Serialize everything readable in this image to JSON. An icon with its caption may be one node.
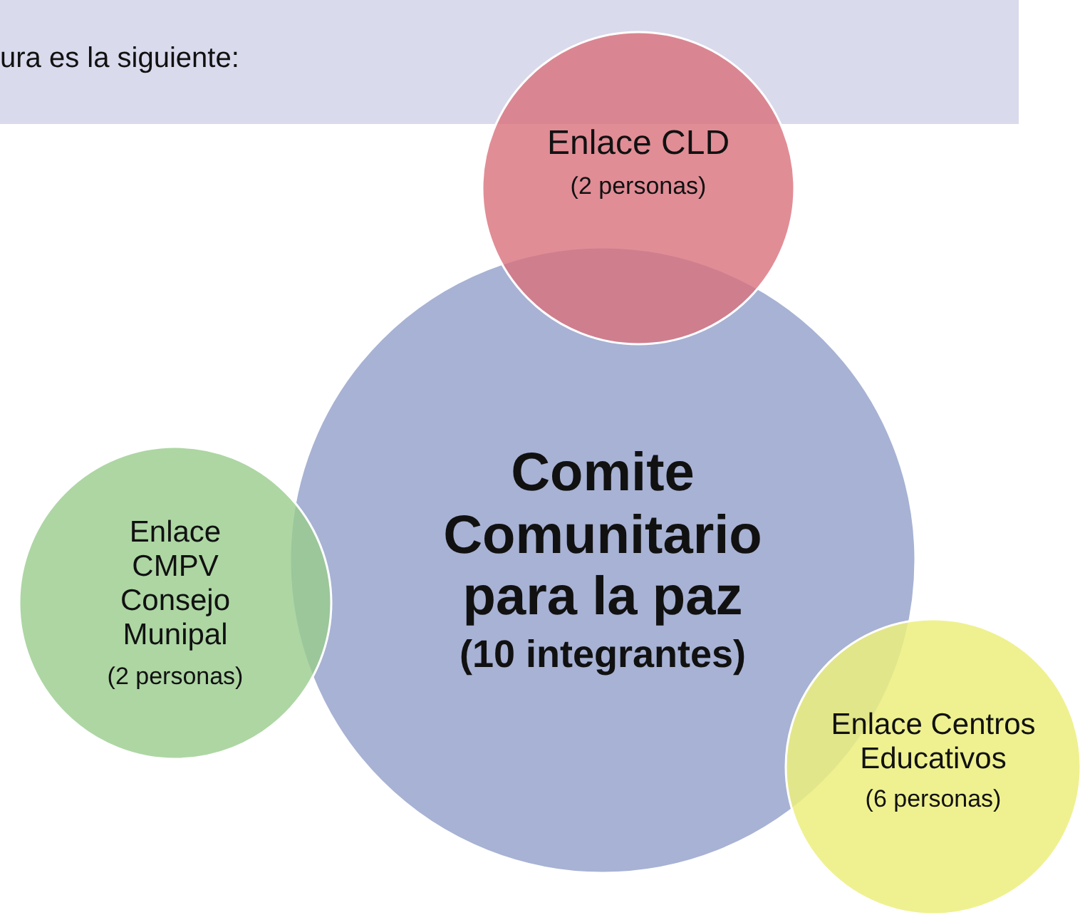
{
  "diagram": {
    "nodes": [
      {
        "text": [
          "Enlace CLD",
          "(2 personas)"
        ]
      },
      {
        "text": [
          "Comite Comunitario para la paz",
          "(10 integrantes)"
        ]
      },
      {
        "text": [
          "Enlace CMPV Consejo Munipal",
          "(2 personas)"
        ]
      },
      {
        "text": [
          "Enlace Centros Educativos",
          "(6 personas)"
        ]
      }
    ],
    "edges": [],
    "labels": [
      "ura es la siguiente:"
    ]
  }
}
